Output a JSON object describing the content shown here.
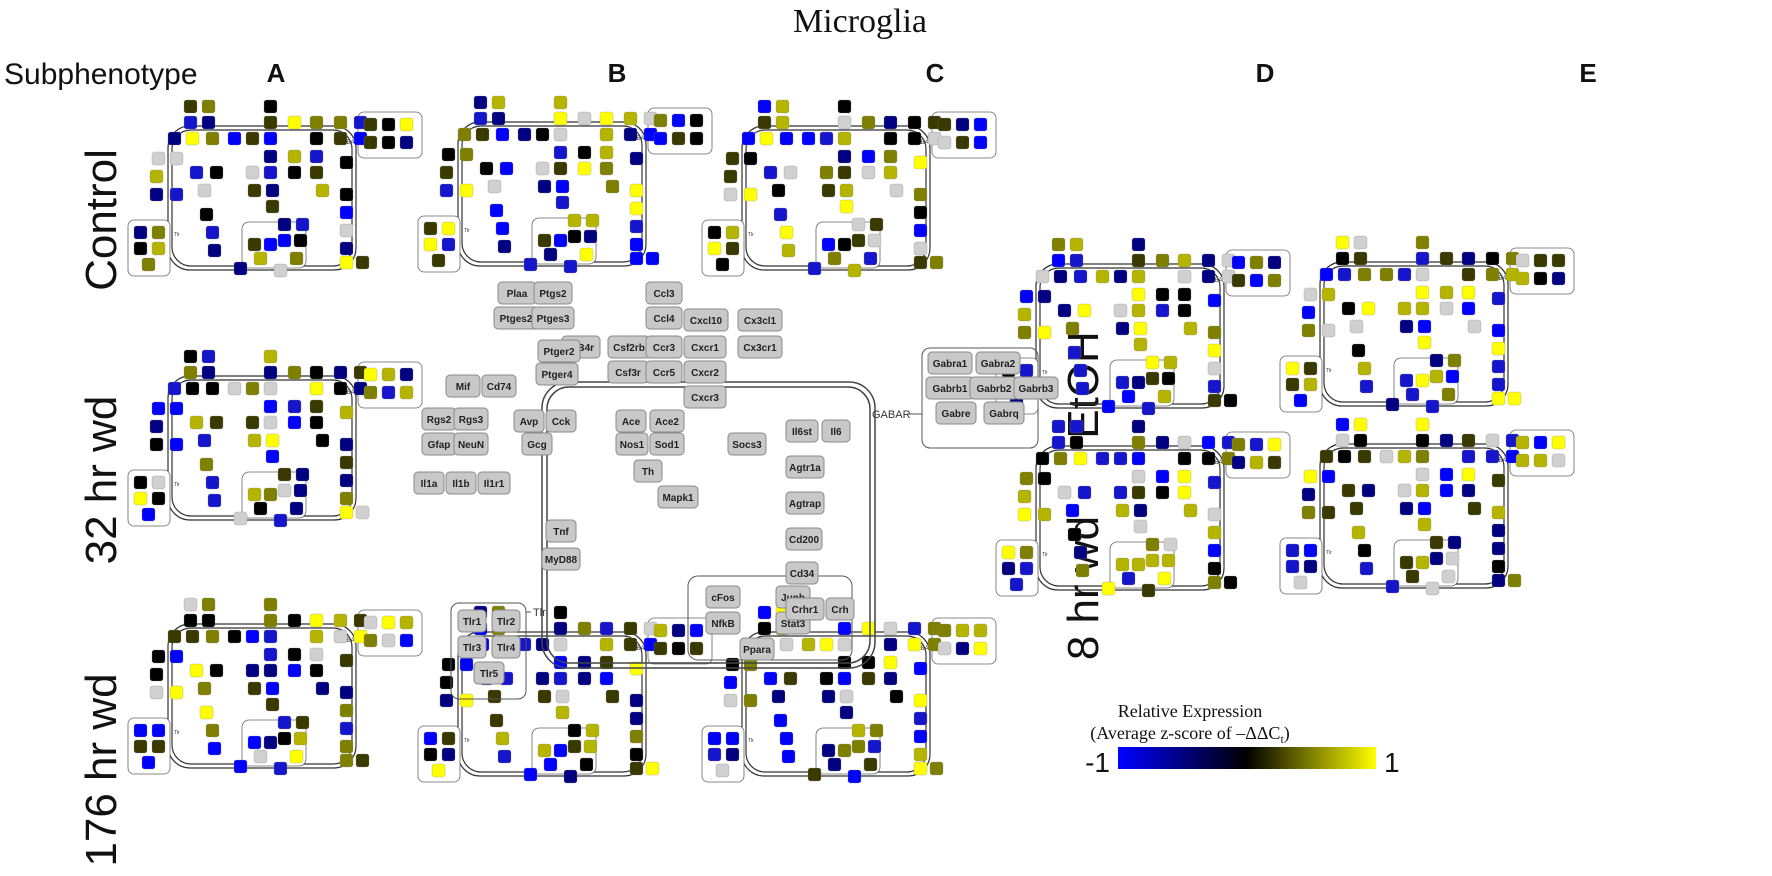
{
  "title": "Microglia",
  "subphenotype_label": "Subphenotype",
  "columns": [
    "A",
    "B",
    "C",
    "D",
    "E"
  ],
  "row_labels": {
    "control": "Control",
    "wd32": "32 hr wd",
    "wd176": "176 hr wd",
    "etoh": "EtOH",
    "wd8": "8 hr wd"
  },
  "legend": {
    "title": "Relative Expression",
    "subtitle": "(Average z-score of –ΔΔC",
    "subtitle_sub": "t",
    "subtitle_end": ")",
    "min_label": "-1",
    "max_label": "1",
    "colors": [
      "#0000ff",
      "#000000",
      "#ffff00"
    ]
  },
  "pathway_labels": {
    "gabar": "GABAR",
    "tlr": "Tlr"
  },
  "genes": [
    "Plaa",
    "Ptgs2",
    "Ptges2",
    "Ptges3",
    "LtB4r",
    "Ptger2",
    "Ptger4",
    "Ccl3",
    "Ccl4",
    "Csf2rb",
    "Ccr3",
    "Csf3r",
    "Ccr5",
    "Cxcl10",
    "Cxcr1",
    "Cxcr2",
    "Cxcr3",
    "Cx3cl1",
    "Cx3cr1",
    "Gabra1",
    "Gabra2",
    "Gabrb1",
    "Gabrb2",
    "Gabrb3",
    "Gabre",
    "Gabrq",
    "Mif",
    "Cd74",
    "Rgs2",
    "Rgs3",
    "Gfap",
    "NeuN",
    "Il1a",
    "Il1b",
    "Il1r1",
    "Tlr1",
    "Tlr2",
    "Tlr3",
    "Tlr4",
    "Tlr5",
    "Avp",
    "Cck",
    "Gcg",
    "Ace",
    "Ace2",
    "Nos1",
    "Sod1",
    "Th",
    "Socs3",
    "Il6st",
    "Il6",
    "Agtr1a",
    "Agtrap",
    "Cd200",
    "Cd34",
    "Mapk1",
    "Tnf",
    "MyD88",
    "cFos",
    "Junb",
    "NfkB",
    "Stat3",
    "Ppara",
    "Crhr1",
    "Crh"
  ]
}
